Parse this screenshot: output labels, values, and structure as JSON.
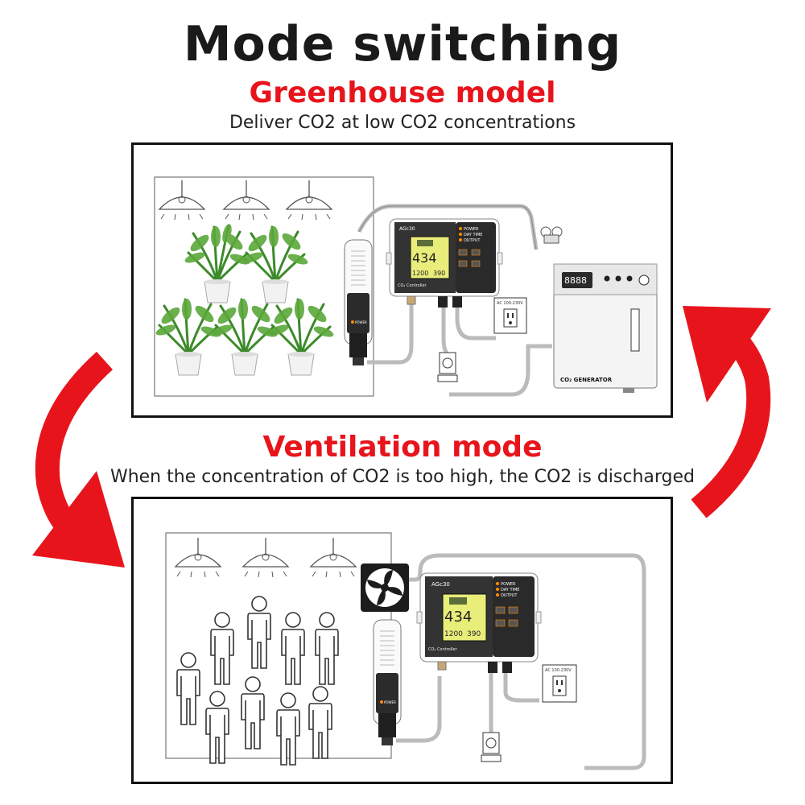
{
  "header": {
    "title": "Mode switching"
  },
  "greenhouse": {
    "title": "Greenhouse model",
    "description": "Deliver CO2 at low CO2 concentrations",
    "generator_label": "CO₂ GENERATOR"
  },
  "ventilation": {
    "title": "Ventilation mode",
    "description": "When the concentration of CO2 is too high, the CO2 is discharged"
  },
  "controller": {
    "model": "AGc30",
    "name": "CO₂ Controller",
    "reading_main": "434",
    "reading_left": "1200",
    "reading_right": "390",
    "indicator_power": "POWER",
    "indicator_day": "DAY TIME",
    "indicator_output": "OUTPUT",
    "outlet_label": "AC 100-230V"
  },
  "sensor": {
    "power_label": "POWER"
  },
  "colors": {
    "accent": "#e8141c",
    "line": "#111111",
    "panel": "#3a3a3a"
  }
}
